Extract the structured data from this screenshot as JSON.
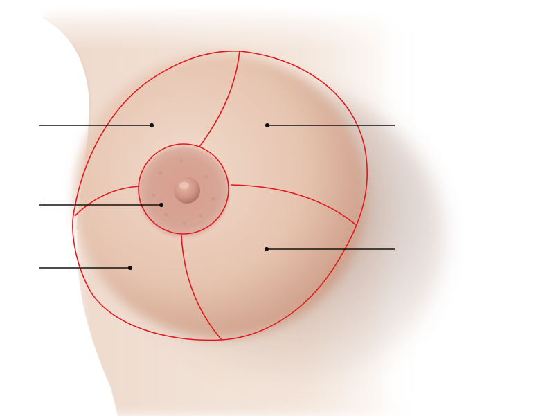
{
  "diagram": {
    "kind": "anatomical-illustration",
    "subject": "breast",
    "colors": {
      "background": "#ffffff",
      "skin_light": "#f3e2d6",
      "skin_mid": "#e8c7b4",
      "skin_shadow": "#b98f7b",
      "areola": "#d7a596",
      "nipple": "#c98a7c",
      "region_outline": "#e0191e",
      "leader_line": "#111111"
    },
    "regions": [
      {
        "id": "upper-outer",
        "label": ""
      },
      {
        "id": "upper-inner",
        "label": ""
      },
      {
        "id": "lower-outer",
        "label": ""
      },
      {
        "id": "lower-inner",
        "label": ""
      },
      {
        "id": "central-areola",
        "label": ""
      }
    ],
    "leader_lines": [
      {
        "id": "left-1",
        "label": ""
      },
      {
        "id": "left-2",
        "label": ""
      },
      {
        "id": "left-3",
        "label": ""
      },
      {
        "id": "right-1",
        "label": ""
      },
      {
        "id": "right-2",
        "label": ""
      }
    ]
  }
}
